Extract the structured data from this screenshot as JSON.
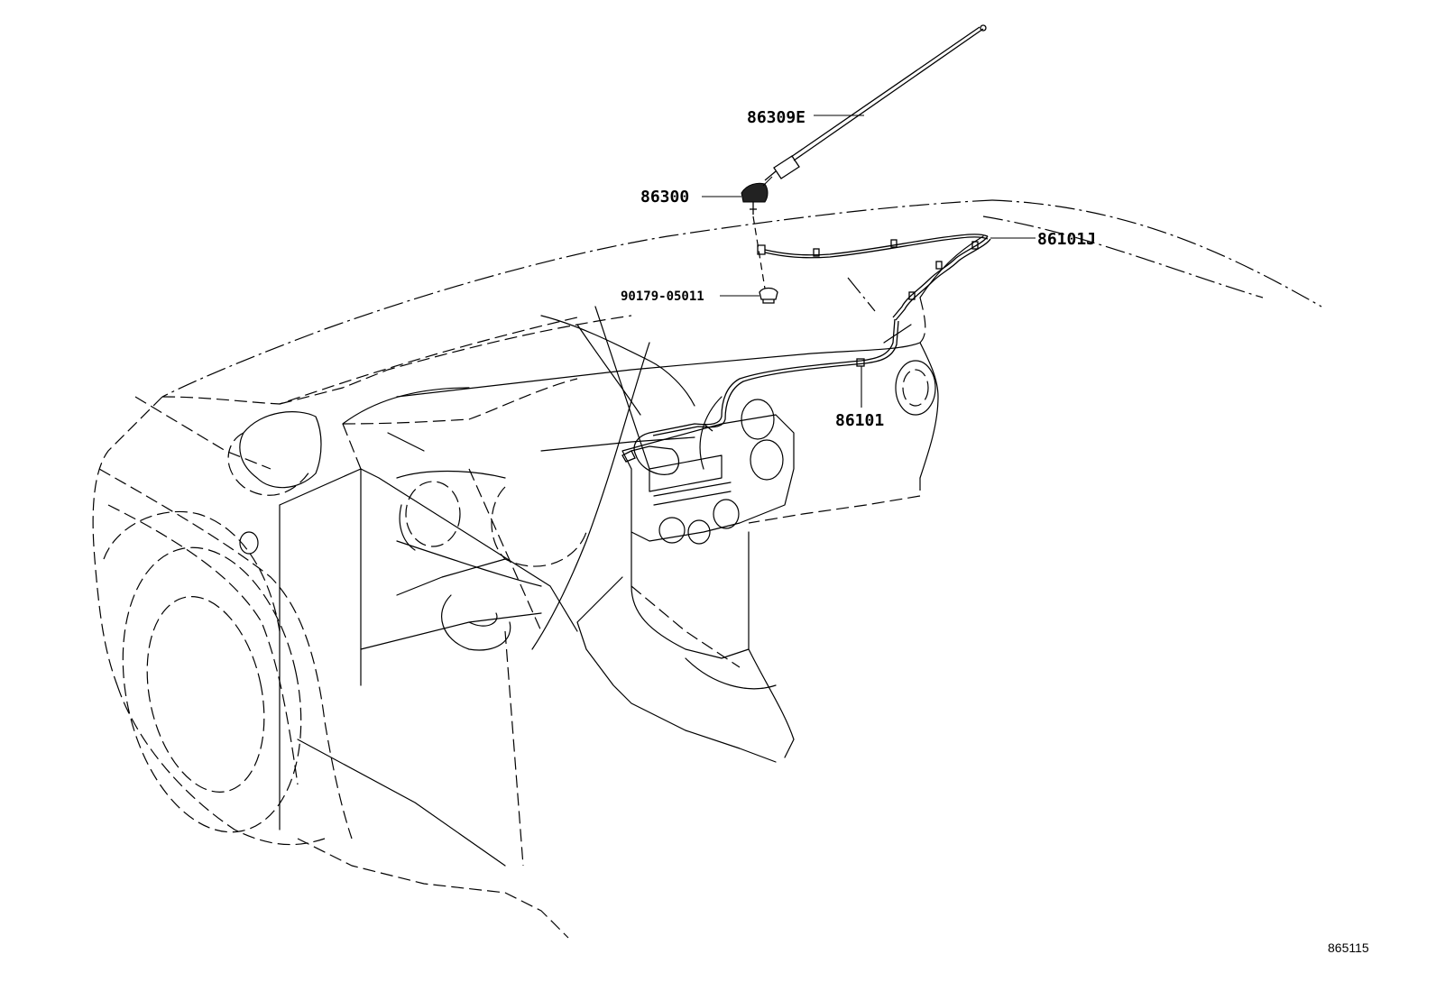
{
  "diagram": {
    "reference_code": "865115",
    "callouts": {
      "antenna_rod": "86309E",
      "antenna_base": "86300",
      "clip": "90179-05011",
      "cord_upper": "86101J",
      "cord_lower": "86101"
    }
  }
}
